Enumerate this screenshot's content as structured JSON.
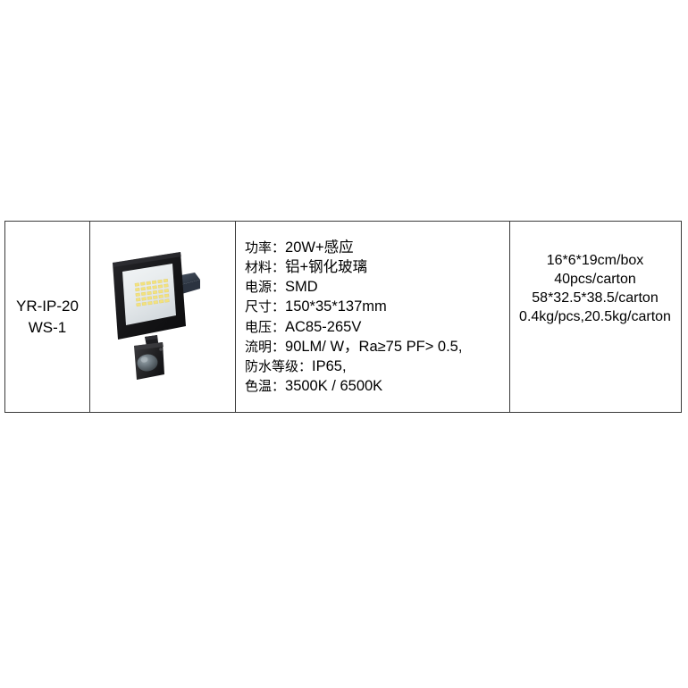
{
  "table": {
    "model": {
      "label": "YR-IP-20WS-1"
    },
    "product_image": {
      "alt": "LED flood light with PIR motion sensor",
      "body_color": "#1b1b1d",
      "glass_color": "#e9edef",
      "led_color": "#f5e58a",
      "bracket_color": "#3c4653",
      "sensor_color": "#2a2a2c"
    },
    "specs": [
      {
        "label": "功率：",
        "value": "20W+感应"
      },
      {
        "label": "材料：",
        "value": "铝+钢化玻璃"
      },
      {
        "label": "电源：",
        "value": "SMD"
      },
      {
        "label": "尺寸：",
        "value": "150*35*137mm"
      },
      {
        "label": "电压：",
        "value": "AC85-265V"
      },
      {
        "label": "流明：",
        "value": "90LM/ W，Ra≥75 PF> 0.5,"
      },
      {
        "label": "防水等级：",
        "value": "IP65,"
      },
      {
        "label": "色温：",
        "value": "3500K / 6500K"
      }
    ],
    "packing": [
      "16*6*19cm/box",
      "40pcs/carton",
      "58*32.5*38.5/carton",
      "0.4kg/pcs,20.5kg/carton"
    ]
  },
  "style": {
    "border_color": "#3a3a3a",
    "background": "#ffffff",
    "text_color": "#000000"
  }
}
